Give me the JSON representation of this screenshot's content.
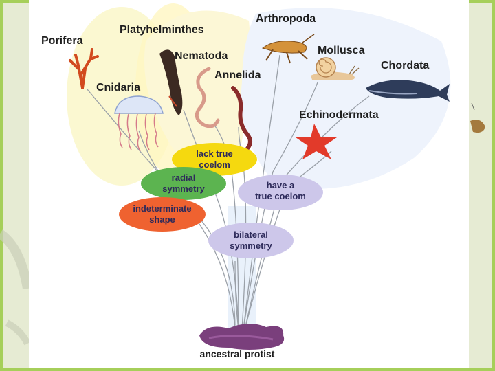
{
  "diagram": {
    "phyla": {
      "porifera": "Porifera",
      "platyhelminthes": "Platyhelminthes",
      "arthropoda": "Arthropoda",
      "nematoda": "Nematoda",
      "mollusca": "Mollusca",
      "chordata": "Chordata",
      "cnidaria": "Cnidaria",
      "annelida": "Annelida",
      "echinodermata": "Echinodermata"
    },
    "traits": {
      "lack_true_coelom": [
        "lack true",
        "coelom"
      ],
      "radial_symmetry": [
        "radial",
        "symmetry"
      ],
      "have_true_coelom": [
        "have a",
        "true coelom"
      ],
      "indeterminate_shape": [
        "indeterminate",
        "shape"
      ],
      "bilateral_symmetry": [
        "bilateral",
        "symmetry"
      ]
    },
    "root": "ancestral protist"
  },
  "colors": {
    "frame": "#a6cf5a",
    "lack_true_coelom": "#f5d90f",
    "radial_symmetry": "#5cb450",
    "have_true_coelom": "#cdc7ea",
    "indeterminate_shape": "#ef6230",
    "bilateral_symmetry": "#cdc7ea",
    "protist": "#7a3f7c"
  },
  "icons": [
    "sponge-icon",
    "jellyfish-icon",
    "flatworm-icon",
    "roundworm-icon",
    "segmented-worm-icon",
    "grasshopper-icon",
    "snail-icon",
    "whale-icon",
    "starfish-icon",
    "protist-icon"
  ]
}
